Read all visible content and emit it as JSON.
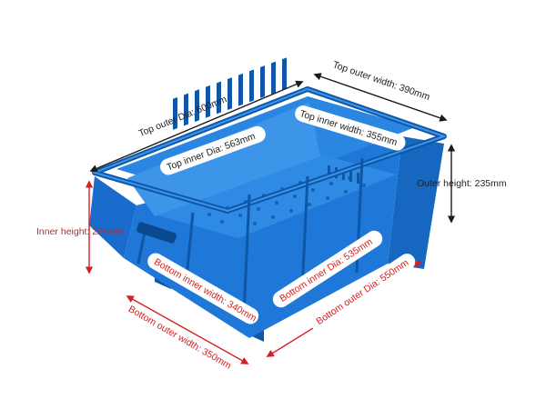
{
  "colors": {
    "crate": "#1f78d8",
    "crate_dark": "#0e57a8",
    "crate_light": "#3d95ea",
    "black_dim": "#1a1a1a",
    "red_dim": "#d62020",
    "pill": "#ffffff"
  },
  "labels": {
    "top_outer_dia": "Top outer Dia: 600mm",
    "top_outer_width": "Top outer width: 390mm",
    "top_inner_dia": "Top inner Dia: 563mm",
    "top_inner_width": "Top inner width: 355mm",
    "outer_height": "Outer height: 235mm",
    "inner_height": "Inner height: 225mm",
    "bottom_inner_dia": "Bottom inner Dia: 535mm",
    "bottom_outer_dia": "Bottom outer Dia: 550mm",
    "bottom_inner_width": "Bottom inner width: 340mm",
    "bottom_outer_width": "Bottom outer width: 350mm"
  }
}
